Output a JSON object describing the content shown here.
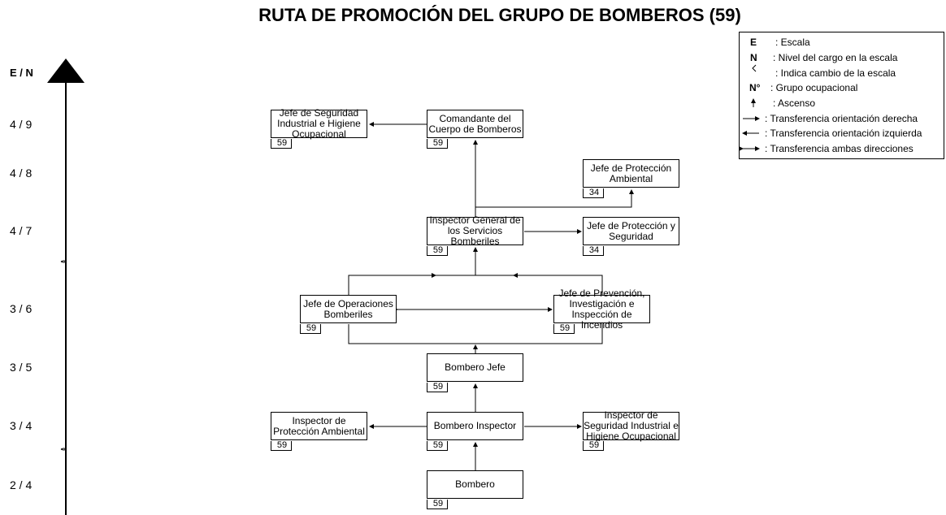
{
  "title": "RUTA DE PROMOCIÓN DEL GRUPO DE BOMBEROS (59)",
  "scale": {
    "header": "E / N",
    "levels": [
      "4 / 9",
      "4 / 8",
      "4 / 7",
      "3 / 6",
      "3 / 5",
      "3 / 4",
      "2 / 4"
    ]
  },
  "boxes": {
    "jefe_seg_ind": {
      "label": "Jefe de Seguridad Industrial e Higiene Ocupacional",
      "code": "59"
    },
    "comandante": {
      "label": "Comandante del Cuerpo de Bomberos",
      "code": "59"
    },
    "jefe_prot_amb": {
      "label": "Jefe de Protección Ambiental",
      "code": "34"
    },
    "inspector_general": {
      "label": "Inspector General de los Servicios Bomberiles",
      "code": "59"
    },
    "jefe_prot_seg": {
      "label": "Jefe de Protección y Seguridad",
      "code": "34"
    },
    "jefe_operaciones": {
      "label": "Jefe de Operaciones Bomberiles",
      "code": "59"
    },
    "jefe_prevencion": {
      "label": "Jefe de Prevención, Investigación e Inspección de Incendios",
      "code": "59"
    },
    "bombero_jefe": {
      "label": "Bombero Jefe",
      "code": "59"
    },
    "inspector_prot_amb": {
      "label": "Inspector de Protección Ambiental",
      "code": "59"
    },
    "bombero_inspector": {
      "label": "Bombero Inspector",
      "code": "59"
    },
    "inspector_seg_ind": {
      "label": "Inspector de Seguridad Industrial e Higiene Ocupacional",
      "code": "59"
    },
    "bombero": {
      "label": "Bombero",
      "code": "59"
    }
  },
  "legend": [
    {
      "symbol": "E",
      "text": ": Escala"
    },
    {
      "symbol": "N",
      "text": ": Nivel del cargo en la escala"
    },
    {
      "symbol": "",
      "text": ": Indica cambio de la escala"
    },
    {
      "symbol": "N°",
      "text": ": Grupo ocupacional"
    },
    {
      "symbol": "",
      "text": ": Ascenso"
    },
    {
      "symbol": "",
      "text": ": Transferencia orientación derecha"
    },
    {
      "symbol": "",
      "text": ": Transferencia orientación izquierda"
    },
    {
      "symbol": "",
      "text": ": Transferencia ambas direcciones"
    }
  ]
}
